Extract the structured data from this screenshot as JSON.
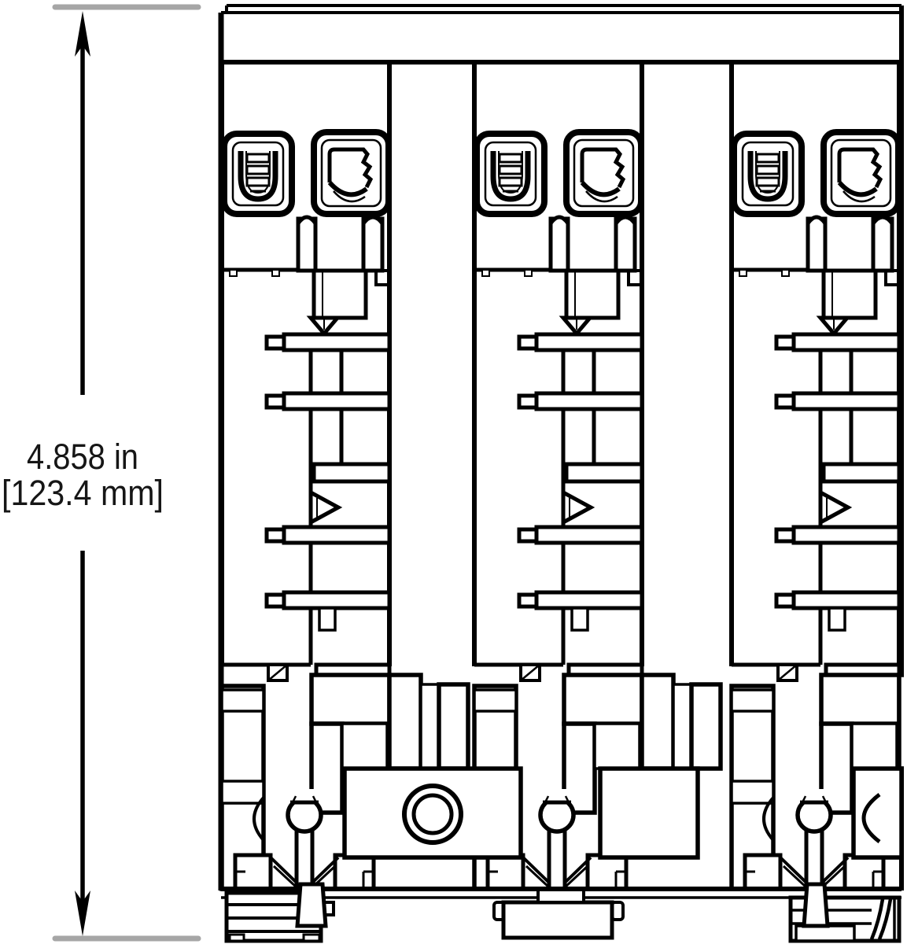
{
  "dimension_annotation": {
    "value_inches": "4.858 in",
    "value_millimeters": "[123.4 mm]",
    "extension_line_color": "#a6a6a6",
    "dimension_line_color": "#000000",
    "text_color": "#161616"
  },
  "drawing": {
    "type": "dimensioned-engineering-side-view",
    "line_color": "#000000",
    "fill_color": "#ffffff",
    "modules_count": 3,
    "icons": {
      "up_arrow": "dimension-arrow-up",
      "down_arrow": "dimension-arrow-down",
      "plunger_pointer": "plunger-arrow-down",
      "clamp_pointer": "clamp-arrow-right"
    }
  }
}
